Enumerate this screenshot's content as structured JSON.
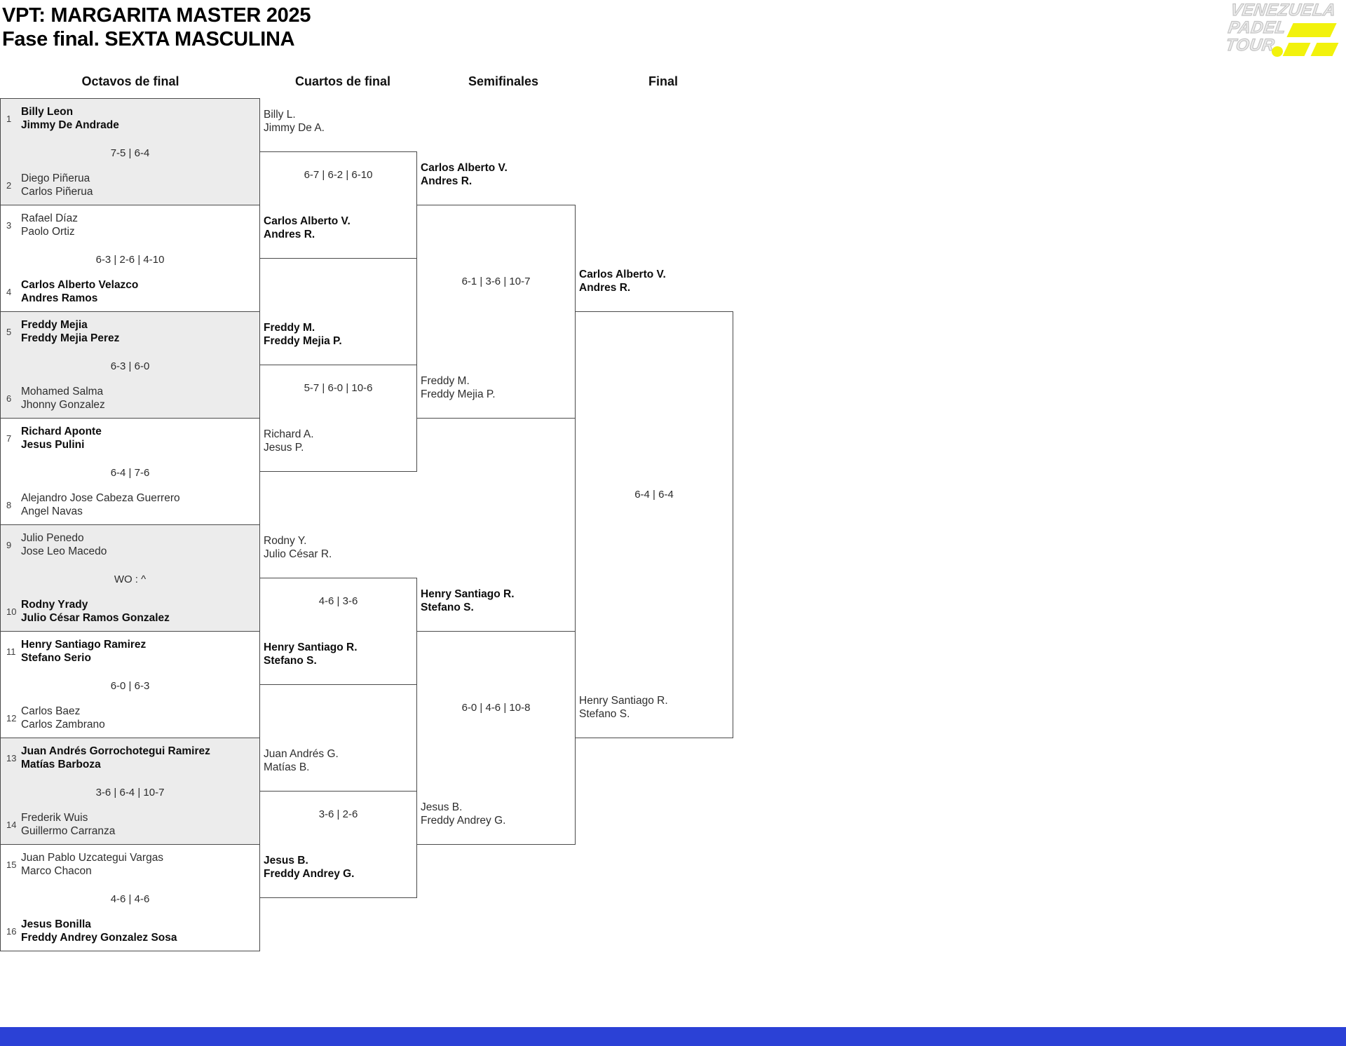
{
  "title": {
    "line1": "VPT: MARGARITA MASTER 2025",
    "line2": "Fase final. SEXTA MASCULINA"
  },
  "logo": {
    "line1": "VENEZUELA",
    "line2": "PADEL",
    "line3": "TOUR.",
    "accent_color": "#f2f20c"
  },
  "round_headers": [
    "Octavos de final",
    "Cuartos de final",
    "Semifinales",
    "Final"
  ],
  "bracket": {
    "r16": [
      {
        "seed1": "1",
        "t1a": "Billy Leon",
        "t1b": "Jimmy De Andrade",
        "w1": true,
        "score": "7-5 | 6-4",
        "seed2": "2",
        "t2a": "Diego Piñerua",
        "t2b": "Carlos Piñerua",
        "w2": false
      },
      {
        "seed1": "3",
        "t1a": "Rafael Díaz",
        "t1b": "Paolo Ortiz",
        "w1": false,
        "score": "6-3 | 2-6 | 4-10",
        "seed2": "4",
        "t2a": "Carlos Alberto Velazco",
        "t2b": "Andres Ramos",
        "w2": true
      },
      {
        "seed1": "5",
        "t1a": "Freddy Mejia",
        "t1b": "Freddy Mejia Perez",
        "w1": true,
        "score": "6-3 | 6-0",
        "seed2": "6",
        "t2a": "Mohamed Salma",
        "t2b": "Jhonny Gonzalez",
        "w2": false
      },
      {
        "seed1": "7",
        "t1a": "Richard Aponte",
        "t1b": "Jesus Pulini",
        "w1": true,
        "score": "6-4 | 7-6",
        "seed2": "8",
        "t2a": "Alejandro Jose Cabeza Guerrero",
        "t2b": "Angel Navas",
        "w2": false
      },
      {
        "seed1": "9",
        "t1a": "Julio Penedo",
        "t1b": "Jose Leo Macedo",
        "w1": false,
        "score": "WO : ^",
        "seed2": "10",
        "t2a": "Rodny Yrady",
        "t2b": "Julio César Ramos Gonzalez",
        "w2": true
      },
      {
        "seed1": "11",
        "t1a": "Henry Santiago Ramirez",
        "t1b": "Stefano Serio",
        "w1": true,
        "score": "6-0 | 6-3",
        "seed2": "12",
        "t2a": "Carlos Baez",
        "t2b": "Carlos Zambrano",
        "w2": false
      },
      {
        "seed1": "13",
        "t1a": "Juan Andrés Gorrochotegui Ramirez",
        "t1b": "Matías Barboza",
        "w1": true,
        "score": "3-6 | 6-4 | 10-7",
        "seed2": "14",
        "t2a": "Frederik Wuis",
        "t2b": "Guillermo Carranza",
        "w2": false
      },
      {
        "seed1": "15",
        "t1a": "Juan Pablo Uzcategui Vargas",
        "t1b": "Marco Chacon",
        "w1": false,
        "score": "4-6 | 4-6",
        "seed2": "16",
        "t2a": "Jesus Bonilla",
        "t2b": "Freddy Andrey Gonzalez Sosa",
        "w2": true
      }
    ],
    "qf": [
      {
        "t1a": "Billy L.",
        "t1b": "Jimmy De A.",
        "w1": false,
        "score": "6-7 | 6-2 | 6-10",
        "t2a": "Carlos Alberto V.",
        "t2b": "Andres R.",
        "w2": true
      },
      {
        "t1a": "Freddy M.",
        "t1b": "Freddy Mejia P.",
        "w1": true,
        "score": "5-7 | 6-0 | 10-6",
        "t2a": "Richard A.",
        "t2b": "Jesus P.",
        "w2": false
      },
      {
        "t1a": "Rodny Y.",
        "t1b": "Julio César R.",
        "w1": false,
        "score": "4-6 | 3-6",
        "t2a": "Henry Santiago R.",
        "t2b": "Stefano S.",
        "w2": true
      },
      {
        "t1a": "Juan Andrés G.",
        "t1b": "Matías B.",
        "w1": false,
        "score": "3-6 | 2-6",
        "t2a": "Jesus B.",
        "t2b": "Freddy Andrey G.",
        "w2": true
      }
    ],
    "sf": [
      {
        "t1a": "Carlos Alberto V.",
        "t1b": "Andres R.",
        "w1": true,
        "score": "6-1 | 3-6 | 10-7",
        "t2a": "Freddy M.",
        "t2b": "Freddy Mejia P.",
        "w2": false
      },
      {
        "t1a": "Henry Santiago R.",
        "t1b": "Stefano S.",
        "w1": true,
        "score": "6-0 | 4-6 | 10-8",
        "t2a": "Jesus B.",
        "t2b": "Freddy Andrey G.",
        "w2": false
      }
    ],
    "final": [
      {
        "t1a": "Carlos Alberto V.",
        "t1b": "Andres R.",
        "w1": true,
        "score": "6-4 | 6-4",
        "t2a": "Henry Santiago R.",
        "t2b": "Stefano S.",
        "w2": false
      }
    ]
  },
  "colors": {
    "box_border": "#4a4a4a",
    "alt_row_bg": "#ececec",
    "accent_yellow": "#f2f20c",
    "footer_bar": "#2b41d6"
  }
}
